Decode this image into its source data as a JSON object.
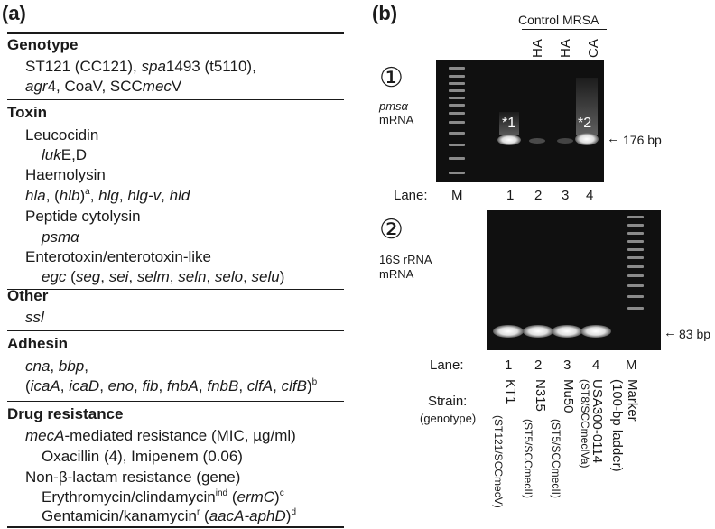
{
  "panel_a": {
    "label": "(a)",
    "genotype": {
      "title": "Genotype",
      "line1": [
        "ST121 (CC121), ",
        "spa",
        "1493 (t5110),"
      ],
      "line2": [
        "agr",
        "4, CoaV, SCC",
        "mec",
        "V"
      ]
    },
    "toxin": {
      "title": "Toxin",
      "leucocidin": "Leucocidin",
      "luk": [
        "luk",
        "E,D"
      ],
      "haemolysin": "Haemolysin",
      "hla_line": [
        "hla",
        ", (",
        "hlb",
        ")",
        "a",
        ", ",
        "hlg",
        ", ",
        "hlg-v",
        ", ",
        "hld"
      ],
      "peptide": "Peptide cytolysin",
      "psm": "psmα",
      "enterotoxin": "Enterotoxin/enterotoxin-like",
      "egc_line": [
        "egc",
        " (",
        "seg",
        ", ",
        "sei",
        ", ",
        "selm",
        ", ",
        "seln",
        ", ",
        "selo",
        ", ",
        "selu",
        ")"
      ]
    },
    "other": {
      "title": "Other",
      "ssl": "ssl"
    },
    "adhesin": {
      "title": "Adhesin",
      "line1": [
        "cna",
        ", ",
        "bbp",
        ","
      ],
      "line2": [
        "(",
        "icaA",
        ", ",
        "icaD",
        ", ",
        "eno",
        ", ",
        "fib",
        ", ",
        "fnbA",
        ", ",
        "fnbB",
        ", ",
        "clfA",
        ", ",
        "clfB",
        ")",
        "b"
      ]
    },
    "drug": {
      "title": "Drug resistance",
      "meca": [
        "mecA",
        "-mediated resistance (MIC, µg/ml)"
      ],
      "oxa": "Oxacillin (4), Imipenem (0.06)",
      "nonbeta": "Non-β-lactam resistance (gene)",
      "ery": [
        "Erythromycin/clindamycin",
        "ind",
        " (",
        "ermC",
        ")",
        "c"
      ],
      "gen": [
        "Gentamicin/kanamycin",
        "r",
        " (",
        "aacA-aphD",
        ")",
        "d"
      ]
    }
  },
  "panel_b": {
    "label": "(b)",
    "control_header": "Control MRSA",
    "control_cols": [
      "HA",
      "HA",
      "CA"
    ],
    "gel1": {
      "num": "①",
      "target": "pmsα",
      "target2": "mRNA",
      "star1": "*1",
      "star2": "*2",
      "size": "176 bp",
      "lane_label": "Lane:",
      "lanes": [
        "M",
        "1",
        "2",
        "3",
        "4"
      ]
    },
    "gel2": {
      "num": "②",
      "target": "16S rRNA",
      "target2": "mRNA",
      "size": "83 bp",
      "lane_label": "Lane:",
      "lanes": [
        "1",
        "2",
        "3",
        "4",
        "M"
      ]
    },
    "strain_label": "Strain:",
    "genotype_label": "(genotype)",
    "strains": [
      {
        "name": "KT1",
        "geno": "(ST121/SCCmecV)"
      },
      {
        "name": "N315",
        "geno": "(ST5/SCCmecII)"
      },
      {
        "name": "Mu50",
        "geno": "(ST5/SCCmecII)"
      },
      {
        "name": "USA300-0114",
        "geno": "(ST8/SCCmecIVa)"
      },
      {
        "name": "Marker",
        "geno": "(100-bp ladder)"
      }
    ]
  }
}
